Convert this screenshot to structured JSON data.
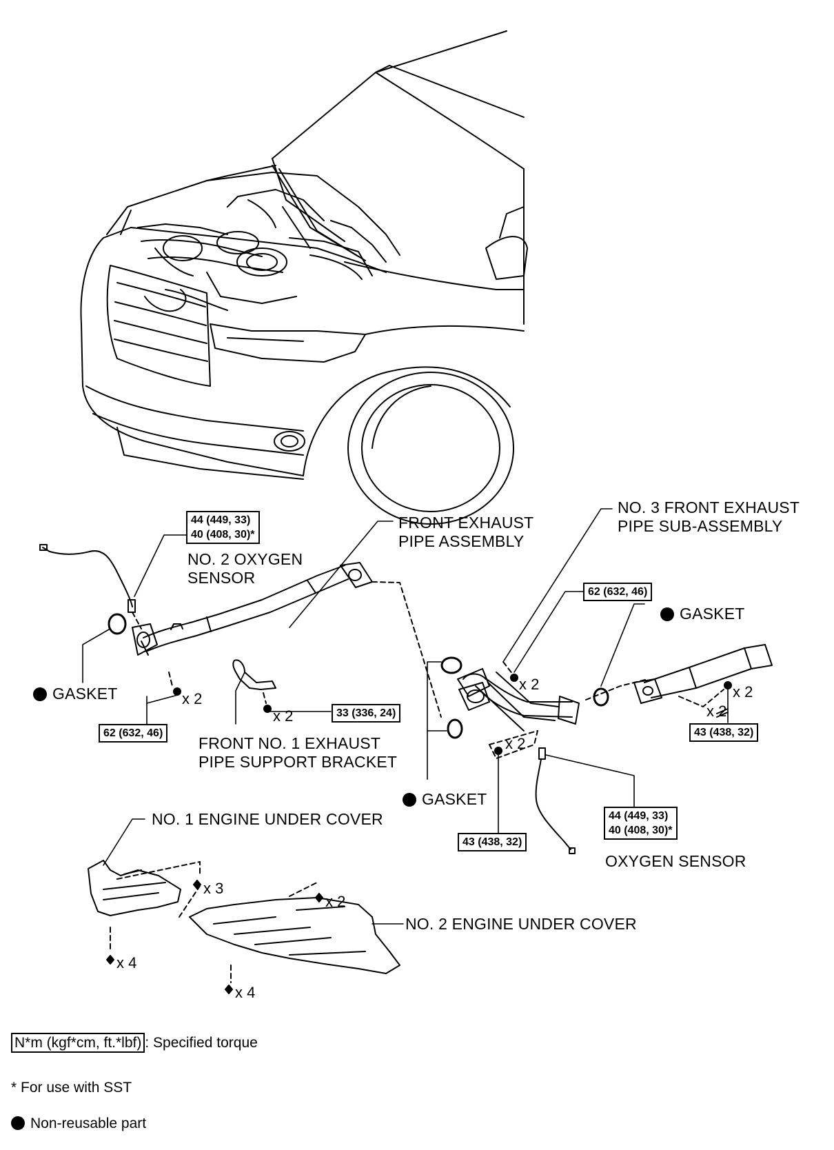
{
  "labels": {
    "front_exhaust_pipe": [
      "FRONT EXHAUST",
      "PIPE ASSEMBLY"
    ],
    "no2_oxygen_sensor": [
      "NO. 2 OXYGEN",
      "SENSOR"
    ],
    "no3_front_exhaust_pipe": [
      "NO. 3 FRONT EXHAUST",
      "PIPE SUB-ASSEMBLY"
    ],
    "gasket": "GASKET",
    "support_bracket": [
      "FRONT NO. 1 EXHAUST",
      "PIPE SUPPORT BRACKET"
    ],
    "oxygen_sensor": "OXYGEN SENSOR",
    "no1_under_cover": "NO. 1 ENGINE UNDER COVER",
    "no2_under_cover": "NO. 2 ENGINE UNDER COVER"
  },
  "torques": {
    "no2_oxygen_sensor": [
      "44 (449, 33)",
      "40 (408, 30)*"
    ],
    "front_pipe_flange": "62 (632, 46)",
    "support_bracket": "33 (336, 24)",
    "no3_pipe": "62 (632, 46)",
    "tail_flange": "43 (438, 32)",
    "manifold_flange": "43 (438, 32)",
    "oxygen_sensor": [
      "44 (449, 33)",
      "40 (408, 30)*"
    ]
  },
  "counts": {
    "x2": "x 2",
    "x3": "x 3",
    "x4": "x 4"
  },
  "legend": {
    "torque_box": "N*m (kgf*cm, ft.*lbf)",
    "torque_text": ": Specified torque",
    "sst": "* For use with SST",
    "non_reusable": "Non-reusable part"
  },
  "colors": {
    "line": "#000000",
    "background": "#ffffff"
  }
}
